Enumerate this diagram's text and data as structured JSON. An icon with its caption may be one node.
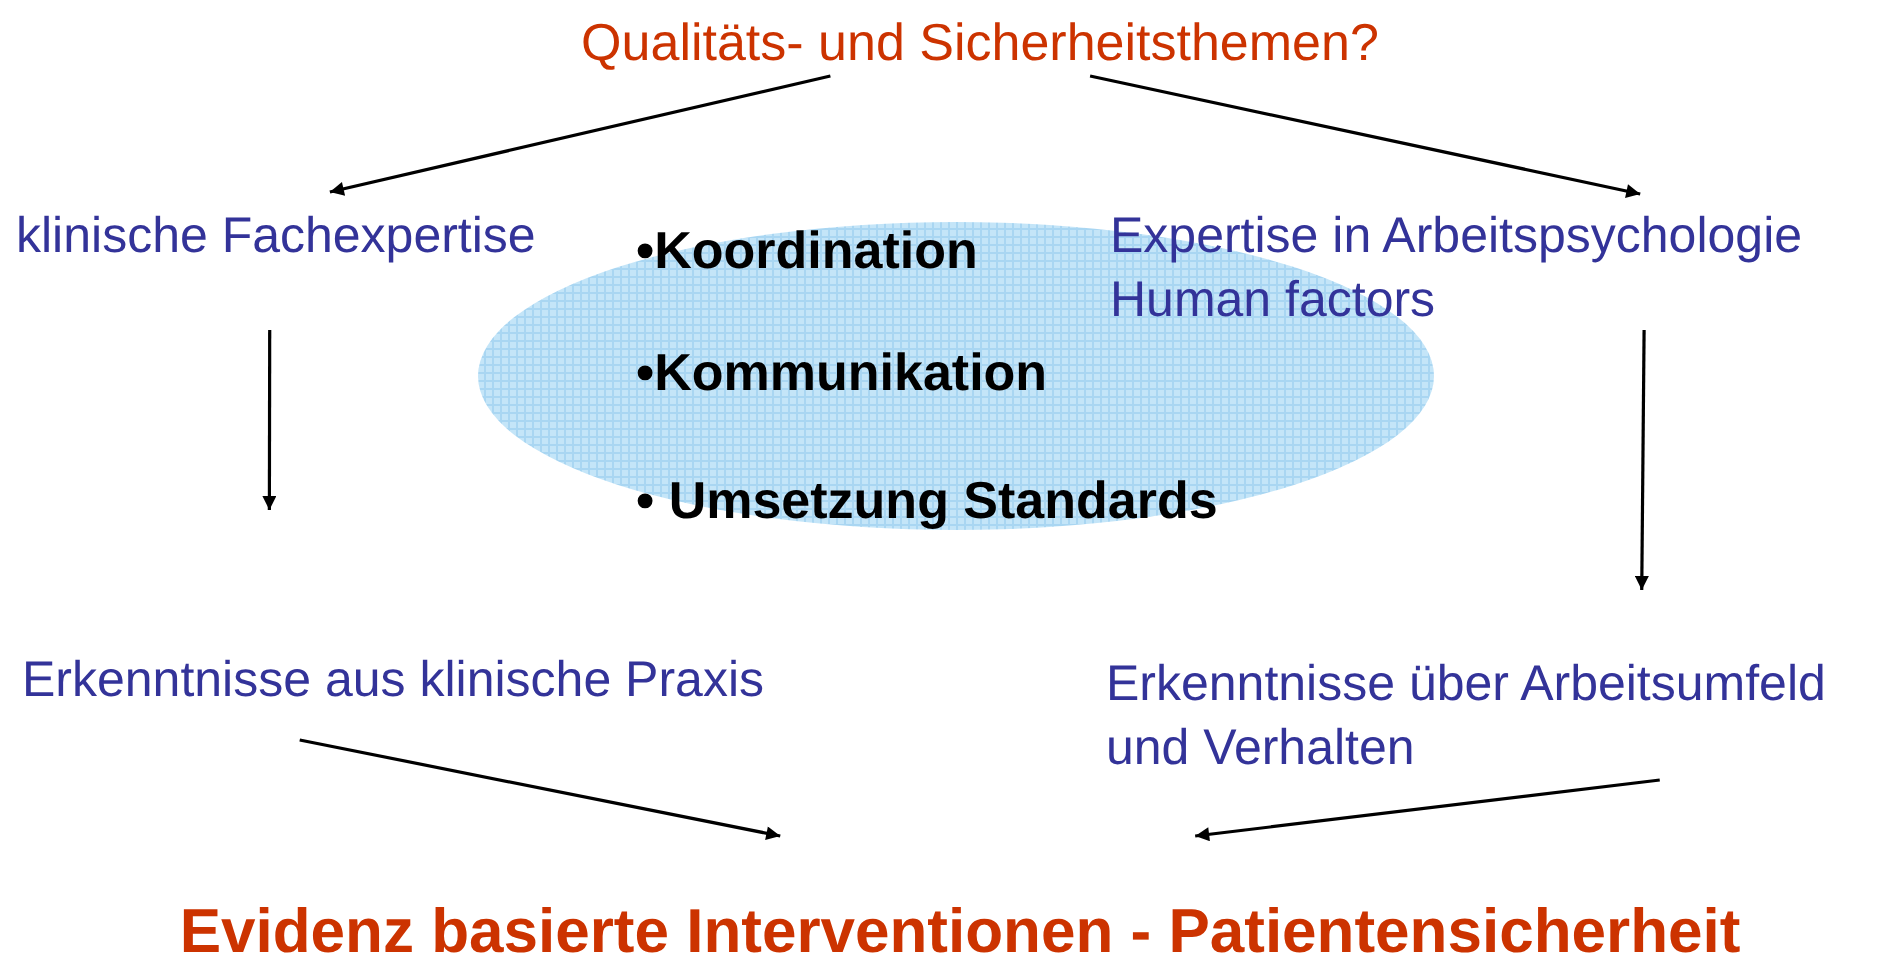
{
  "diagram": {
    "nodes": [
      {
        "text": [
          "Qualitäts- und Sicherheitsthemen?"
        ]
      },
      {
        "text": [
          "klinische Fachexpertise"
        ]
      },
      {
        "text": [
          "•Koordination",
          "•Kommunikation",
          "• Umsetzung Standards"
        ]
      },
      {
        "text": [
          "Expertise in Arbeitspsychologie",
          "Human factors"
        ]
      },
      {
        "text": [
          "Erkenntnisse aus klinische Praxis"
        ]
      },
      {
        "text": [
          "Erkenntnisse über Arbeitsumfeld und Verhalten"
        ]
      },
      {
        "text": [
          "Evidenz basierte Interventionen - Patientensicherheit"
        ]
      }
    ],
    "edges": [
      {
        "from": 0,
        "to": 1,
        "arrow": "to"
      },
      {
        "from": 0,
        "to": 3,
        "arrow": "to"
      },
      {
        "from": 1,
        "to": 4,
        "arrow": "to"
      },
      {
        "from": 3,
        "to": 5,
        "arrow": "to"
      },
      {
        "from": 4,
        "to": 6,
        "arrow": "to"
      },
      {
        "from": 5,
        "to": 6,
        "arrow": "to"
      }
    ]
  }
}
